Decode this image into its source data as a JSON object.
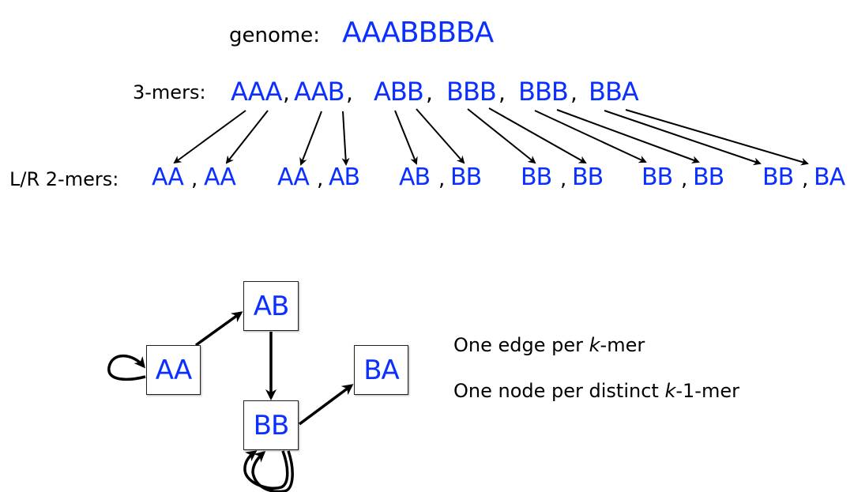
{
  "genome": {
    "label": "genome:",
    "sequence": "AAABBBBA"
  },
  "kmers": {
    "label": "3-mers:",
    "items": [
      "AAA",
      "AAB",
      "ABB",
      "BBB",
      "BBB",
      "BBA"
    ]
  },
  "lr_2mers": {
    "label": "L/R 2-mers:",
    "pairs": [
      [
        "AA",
        "AA"
      ],
      [
        "AA",
        "AB"
      ],
      [
        "AB",
        "BB"
      ],
      [
        "BB",
        "BB"
      ],
      [
        "BB",
        "BB"
      ],
      [
        "BB",
        "BA"
      ]
    ]
  },
  "graph": {
    "nodes": [
      "AA",
      "AB",
      "BB",
      "BA"
    ],
    "edges": [
      {
        "from": "AA",
        "to": "AA"
      },
      {
        "from": "AA",
        "to": "AB"
      },
      {
        "from": "AB",
        "to": "BB"
      },
      {
        "from": "BB",
        "to": "BB"
      },
      {
        "from": "BB",
        "to": "BB"
      },
      {
        "from": "BB",
        "to": "BA"
      }
    ]
  },
  "notes": {
    "line1": {
      "pre": "One edge per ",
      "k": "k",
      "post": "-mer"
    },
    "line2": {
      "pre": "One node per distinct ",
      "k": "k",
      "post": "-1-mer"
    }
  },
  "colors": {
    "accent": "#0a2fff",
    "text": "#000000"
  }
}
